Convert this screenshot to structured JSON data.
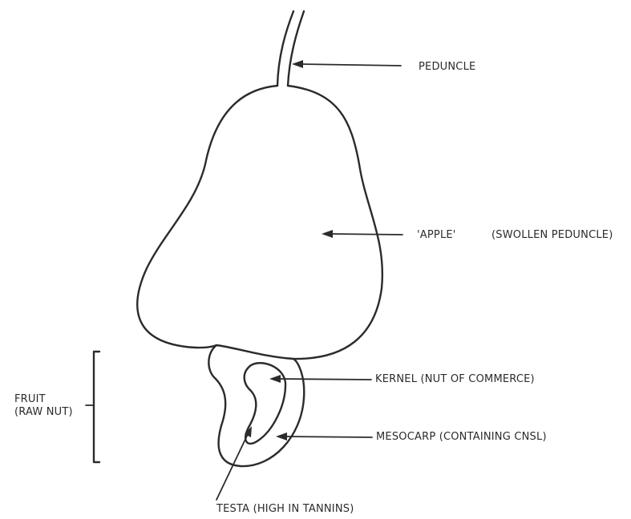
{
  "diagram": {
    "labels": {
      "peduncle": "PEDUNCLE",
      "apple_name": "'APPLE'",
      "apple_desc": "(SWOLLEN PEDUNCLE)",
      "kernel": "KERNEL (NUT OF COMMERCE)",
      "mesocarp": "MESOCARP (CONTAINING CNSL)",
      "fruit_line1": "FRUIT",
      "fruit_line2": "(RAW NUT)",
      "testa": "TESTA (HIGH IN TANNINS)"
    },
    "colors": {
      "ink": "#2b2b2b",
      "background": "#ffffff"
    }
  }
}
